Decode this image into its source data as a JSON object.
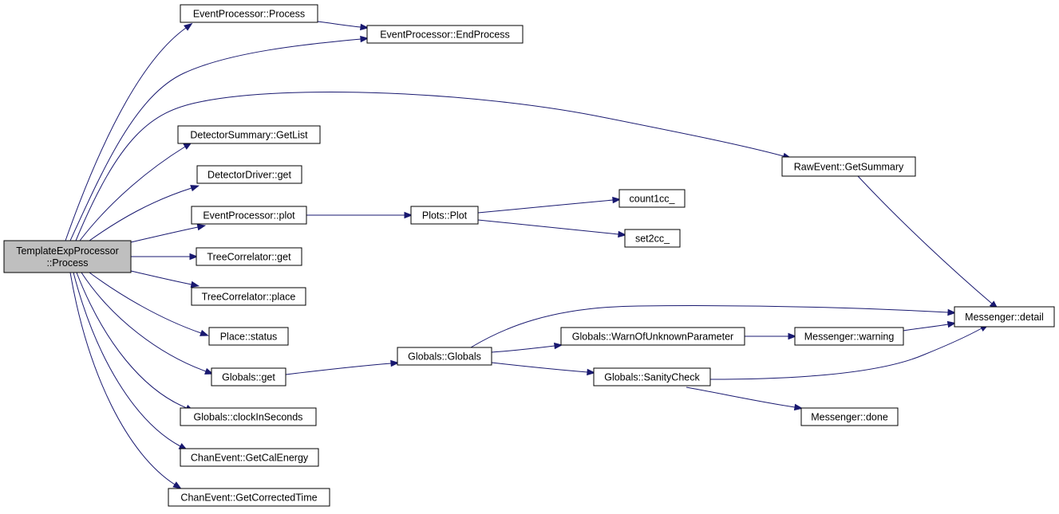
{
  "nodes": [
    {
      "id": "root",
      "lines": [
        "TemplateExpProcessor",
        "::Process"
      ],
      "root": true
    },
    {
      "id": "ep_process",
      "lines": [
        "EventProcessor::Process"
      ]
    },
    {
      "id": "ep_endprocess",
      "lines": [
        "EventProcessor::EndProcess"
      ]
    },
    {
      "id": "ds_getlist",
      "lines": [
        "DetectorSummary::GetList"
      ]
    },
    {
      "id": "dd_get",
      "lines": [
        "DetectorDriver::get"
      ]
    },
    {
      "id": "ep_plot",
      "lines": [
        "EventProcessor::plot"
      ]
    },
    {
      "id": "plots_plot",
      "lines": [
        "Plots::Plot"
      ]
    },
    {
      "id": "count1cc",
      "lines": [
        "count1cc_"
      ]
    },
    {
      "id": "set2cc",
      "lines": [
        "set2cc_"
      ]
    },
    {
      "id": "tc_get",
      "lines": [
        "TreeCorrelator::get"
      ]
    },
    {
      "id": "tc_place",
      "lines": [
        "TreeCorrelator::place"
      ]
    },
    {
      "id": "place_status",
      "lines": [
        "Place::status"
      ]
    },
    {
      "id": "globals_get",
      "lines": [
        "Globals::get"
      ]
    },
    {
      "id": "globals_globals",
      "lines": [
        "Globals::Globals"
      ]
    },
    {
      "id": "globals_warn",
      "lines": [
        "Globals::WarnOfUnknownParameter"
      ]
    },
    {
      "id": "globals_sanity",
      "lines": [
        "Globals::SanityCheck"
      ]
    },
    {
      "id": "globals_clock",
      "lines": [
        "Globals::clockInSeconds"
      ]
    },
    {
      "id": "chan_calenergy",
      "lines": [
        "ChanEvent::GetCalEnergy"
      ]
    },
    {
      "id": "chan_correctedtime",
      "lines": [
        "ChanEvent::GetCorrectedTime"
      ]
    },
    {
      "id": "raw_getsummary",
      "lines": [
        "RawEvent::GetSummary"
      ]
    },
    {
      "id": "msg_detail",
      "lines": [
        "Messenger::detail"
      ]
    },
    {
      "id": "msg_warning",
      "lines": [
        "Messenger::warning"
      ]
    },
    {
      "id": "msg_done",
      "lines": [
        "Messenger::done"
      ]
    }
  ],
  "edges": [
    {
      "from": "root",
      "to": "ep_process"
    },
    {
      "from": "root",
      "to": "ep_endprocess"
    },
    {
      "from": "root",
      "to": "raw_getsummary"
    },
    {
      "from": "root",
      "to": "ds_getlist"
    },
    {
      "from": "root",
      "to": "dd_get"
    },
    {
      "from": "root",
      "to": "ep_plot"
    },
    {
      "from": "root",
      "to": "tc_get"
    },
    {
      "from": "root",
      "to": "tc_place"
    },
    {
      "from": "root",
      "to": "place_status"
    },
    {
      "from": "root",
      "to": "globals_get"
    },
    {
      "from": "root",
      "to": "globals_clock"
    },
    {
      "from": "root",
      "to": "chan_calenergy"
    },
    {
      "from": "root",
      "to": "chan_correctedtime"
    },
    {
      "from": "ep_process",
      "to": "ep_endprocess"
    },
    {
      "from": "ep_plot",
      "to": "plots_plot"
    },
    {
      "from": "plots_plot",
      "to": "count1cc"
    },
    {
      "from": "plots_plot",
      "to": "set2cc"
    },
    {
      "from": "raw_getsummary",
      "to": "msg_detail"
    },
    {
      "from": "globals_get",
      "to": "globals_globals"
    },
    {
      "from": "globals_globals",
      "to": "msg_detail"
    },
    {
      "from": "globals_globals",
      "to": "globals_warn"
    },
    {
      "from": "globals_globals",
      "to": "globals_sanity"
    },
    {
      "from": "globals_warn",
      "to": "msg_warning"
    },
    {
      "from": "msg_warning",
      "to": "msg_detail"
    },
    {
      "from": "globals_sanity",
      "to": "msg_detail"
    },
    {
      "from": "globals_sanity",
      "to": "msg_done"
    }
  ],
  "colors": {
    "edge": "#191970",
    "node_border": "#000000",
    "node_fill": "#ffffff",
    "root_fill": "#bfbfbf"
  }
}
